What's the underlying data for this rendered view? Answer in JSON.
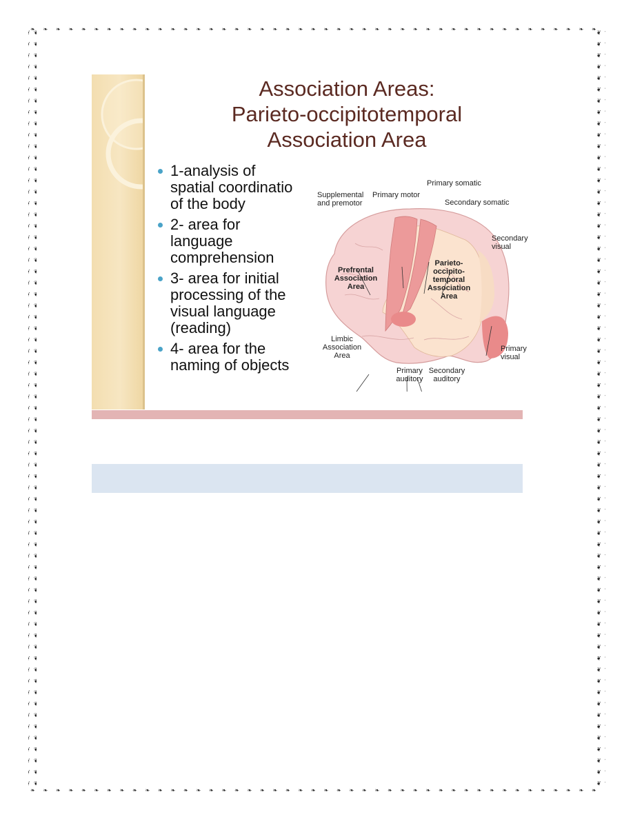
{
  "slide": {
    "title_lines": [
      "Association Areas:",
      "Parieto-occipitotemporal",
      "Association  Area"
    ],
    "bullets": [
      "1-analysis of\nspatial coordinatio\nof the body",
      "2- area for\nlanguage\ncomprehension",
      "3- area for initial\nprocessing of the\nvisual language\n(reading)",
      "4- area for the\nnaming of objects"
    ]
  },
  "figure": {
    "labels": {
      "primary_somatic": "Primary somatic",
      "supplemental": "Supplemental",
      "and_premotor": "and premotor",
      "primary_motor": "Primary motor",
      "secondary_somatic": "Secondary somatic",
      "secondary_visual_1": "Secondary",
      "secondary_visual_2": "visual",
      "prefrontal_1": "Prefrontal",
      "prefrontal_2": "Association",
      "prefrontal_3": "Area",
      "pot_1": "Parieto-",
      "pot_2": "occipito-",
      "pot_3": "temporal",
      "pot_4": "Association",
      "pot_5": "Area",
      "limbic_1": "Limbic",
      "limbic_2": "Association",
      "limbic_3": "Area",
      "primary_auditory_1": "Primary",
      "primary_auditory_2": "auditory",
      "secondary_auditory_1": "Secondary",
      "secondary_auditory_2": "auditory",
      "primary_visual_1": "Primary",
      "primary_visual_2": "visual"
    }
  },
  "colors": {
    "title": "#5b2a22",
    "bullet_dot": "#4aa3c8",
    "footer_band": "#e3b4b4",
    "caption_bar": "#dbe5f1",
    "brain_base": "#f6d3d3",
    "motor_region": "#ec9a9a",
    "association_region": "#fbe3cf",
    "visual_region": "#e98a8a"
  }
}
